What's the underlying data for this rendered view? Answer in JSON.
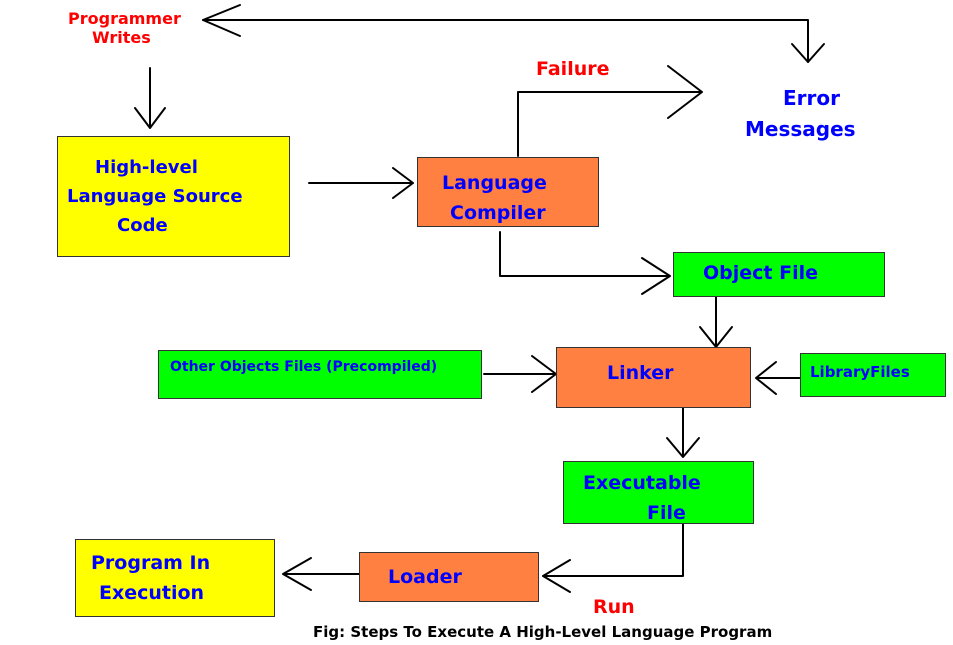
{
  "colors": {
    "yellow": "#ffff00",
    "orange": "#ff8040",
    "green": "#00ff00",
    "label_blue": "#0000ff",
    "label_red": "#ff0000",
    "line": "#000000"
  },
  "programmer": {
    "line1": "Programmer",
    "line2": "Writes"
  },
  "source": {
    "line1": "High-level",
    "line2": "Language Source",
    "line3": "Code"
  },
  "compiler": {
    "line1": "Language",
    "line2": "Compiler"
  },
  "failure": "Failure",
  "error": {
    "line1": "Error",
    "line2": "Messages"
  },
  "object_file": "Object File",
  "other_objects": "Other Objects Files (Precompiled)",
  "linker": "Linker",
  "library": "LibraryFiles",
  "executable": {
    "line1": "Executable",
    "line2": "File"
  },
  "loader": "Loader",
  "run": "Run",
  "execution": {
    "line1": "Program In",
    "line2": "Execution"
  },
  "caption": "Fig: Steps To Execute A High-Level Language Program"
}
